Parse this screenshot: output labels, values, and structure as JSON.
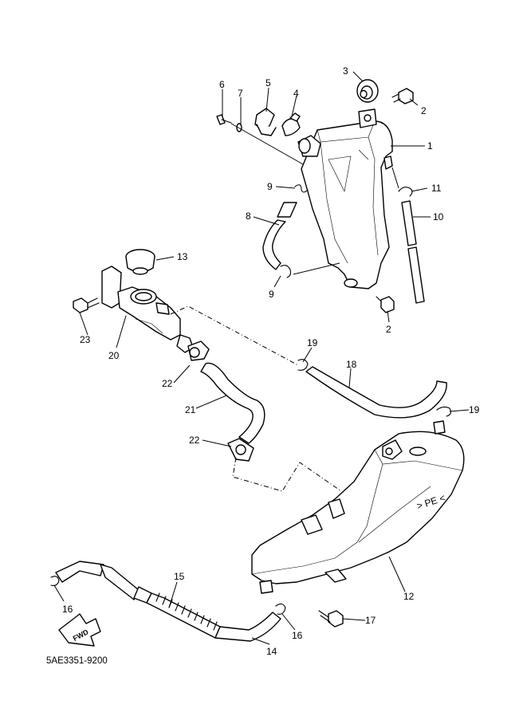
{
  "callouts": {
    "c1": "1",
    "c2a": "2",
    "c2b": "2",
    "c3": "3",
    "c4": "4",
    "c5": "5",
    "c6": "6",
    "c7": "7",
    "c8": "8",
    "c9a": "9",
    "c9b": "9",
    "c10": "10",
    "c11": "11",
    "c12": "12",
    "c13": "13",
    "c14": "14",
    "c15": "15",
    "c16a": "16",
    "c16b": "16",
    "c17": "17",
    "c18": "18",
    "c19a": "19",
    "c19b": "19",
    "c20": "20",
    "c21": "21",
    "c22a": "22",
    "c22b": "22",
    "c23": "23"
  },
  "tank_marking": "> PE <",
  "fwd_label": "FWD",
  "figure_code": "5AE3351-9200"
}
